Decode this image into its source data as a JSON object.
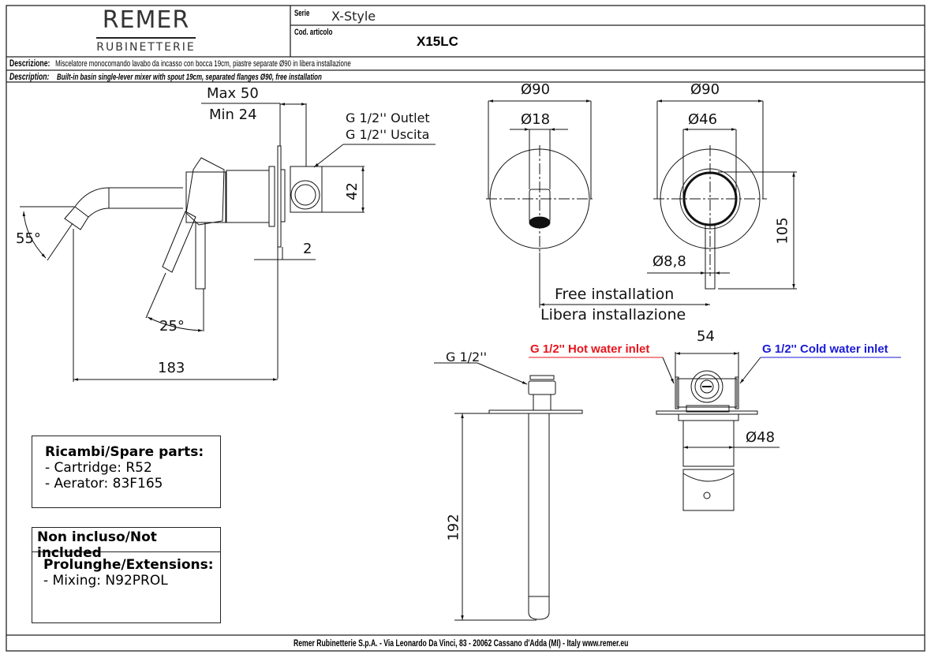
{
  "header": {
    "brand": "REMER",
    "brand_sub": "RUBINETTERIE",
    "serie_label": "Serie",
    "serie_value": "X-Style",
    "code_label": "Cod. articolo",
    "code_value": "X15LC",
    "descr_it_label": "Descrizione:",
    "descr_it": "Miscelatore monocomando lavabo da incasso con bocca 19cm, piastre separate Ø90 in libera installazione",
    "descr_en_label": "Description:",
    "descr_en": "Built-in basin single-lever mixer with spout 19cm, separated flanges Ø90, free installation"
  },
  "side_view": {
    "wall_max": "Max 50",
    "wall_min": "Min 24",
    "outlet_label_en": "G 1/2'' Outlet",
    "outlet_label_it": "G 1/2'' Uscita",
    "dim_42": "42",
    "dim_2": "2",
    "angle_55": "55°",
    "angle_25": "25°",
    "dim_183": "183"
  },
  "front_view": {
    "spout_flange_dia": "Ø90",
    "spout_dia": "Ø18",
    "mixer_flange_dia": "Ø90",
    "mixer_dia": "Ø46",
    "lever_dia": "Ø8,8",
    "height_105": "105",
    "free_install_en": "Free installation",
    "free_install_it": "Libera installazione"
  },
  "top_view": {
    "spout_thread": "G 1/2''",
    "hot_inlet": "G 1/2'' Hot water inlet",
    "cold_inlet": "G 1/2'' Cold water inlet",
    "hot_color": "#e8141c",
    "cold_color": "#1a1ad8",
    "dim_54": "54",
    "dim_48": "Ø48",
    "dim_192": "192"
  },
  "spare_parts": {
    "title": "Ricambi/Spare parts:",
    "items": [
      "- Cartridge: R52",
      "- Aerator: 83F165"
    ]
  },
  "not_included": {
    "title": "Non incluso/Not included",
    "subtitle": "Prolunghe/Extensions:",
    "items": [
      "- Mixing: N92PROL"
    ]
  },
  "footer": {
    "address": "Remer Rubinetterie S.p.A. - Via Leonardo Da Vinci, 83 - 20062 Cassano d'Adda (MI) - Italy www.remer.eu"
  }
}
